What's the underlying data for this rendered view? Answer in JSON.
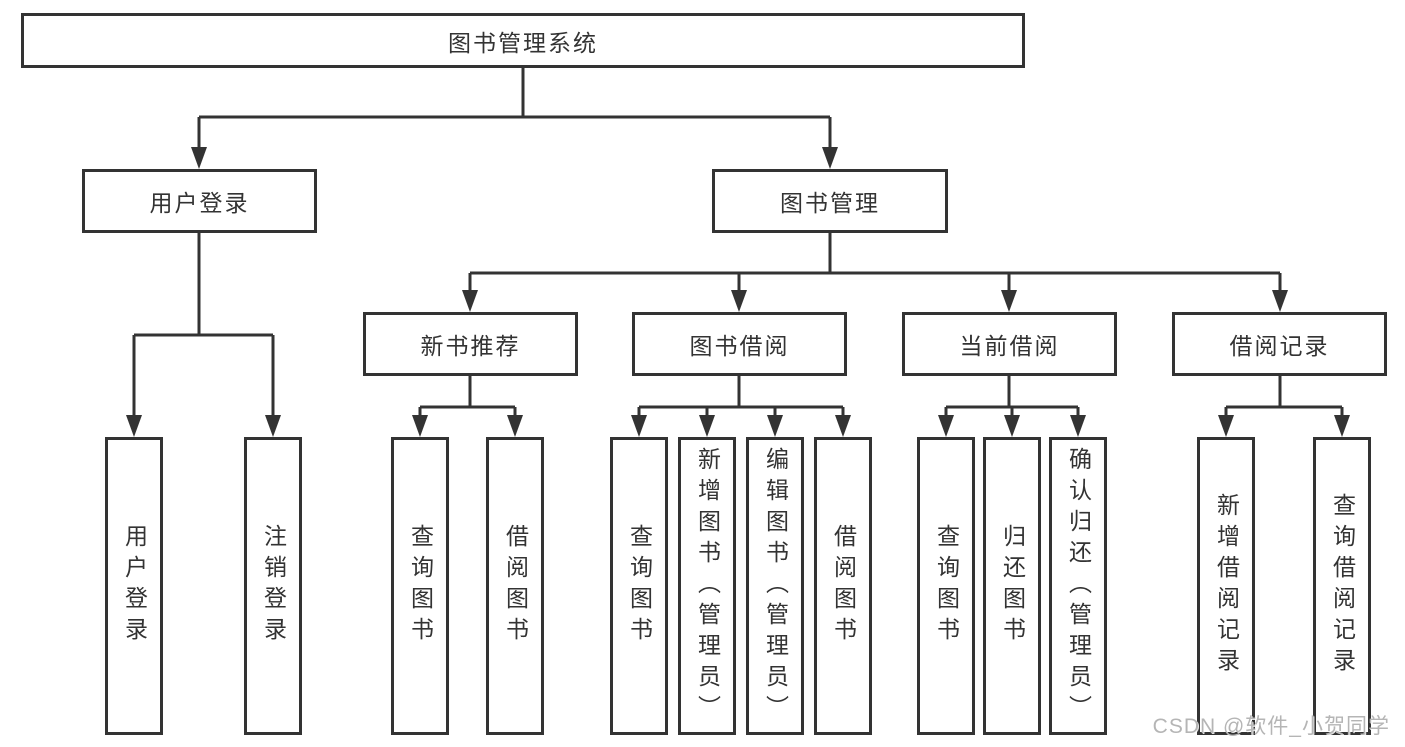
{
  "tree": {
    "root": {
      "label": "图书管理系统"
    },
    "children": [
      {
        "label": "用户登录",
        "children": [
          {
            "label": "用户登录"
          },
          {
            "label": "注销登录"
          }
        ]
      },
      {
        "label": "图书管理",
        "children": [
          {
            "label": "新书推荐",
            "children": [
              {
                "label": "查询图书"
              },
              {
                "label": "借阅图书"
              }
            ]
          },
          {
            "label": "图书借阅",
            "children": [
              {
                "label": "查询图书"
              },
              {
                "label": "新增图书（管理员）"
              },
              {
                "label": "编辑图书（管理员）"
              },
              {
                "label": "借阅图书"
              }
            ]
          },
          {
            "label": "当前借阅",
            "children": [
              {
                "label": "查询图书"
              },
              {
                "label": "归还图书"
              },
              {
                "label": "确认归还（管理员）"
              }
            ]
          },
          {
            "label": "借阅记录",
            "children": [
              {
                "label": "新增借阅记录"
              },
              {
                "label": "查询借阅记录"
              }
            ]
          }
        ]
      }
    ]
  },
  "watermark": {
    "text": "CSDN @软件_小贺同学"
  },
  "colors": {
    "line": "#333333",
    "text": "#333333",
    "box_background": "#ffffff",
    "watermark": "#b5b5b5"
  }
}
